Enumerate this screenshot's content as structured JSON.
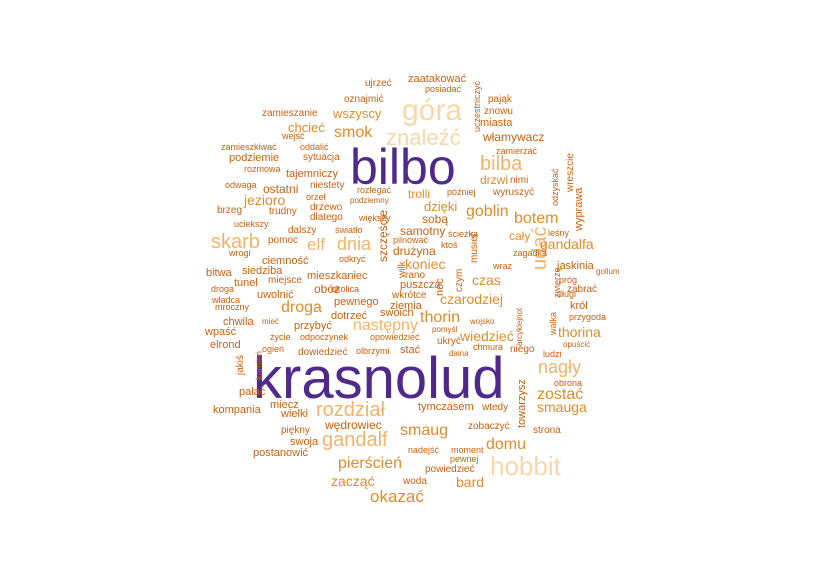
{
  "palette": {
    "purple": "#4f2a8a",
    "dark": "#c9600f",
    "mid": "#e08c2b",
    "light": "#f2b36a",
    "pale": "#f8d7a8"
  },
  "words": [
    {
      "t": "krasnolud",
      "c": "purple"
    },
    {
      "t": "bilbo",
      "c": "purple"
    },
    {
      "t": "hobbit",
      "c": "pale"
    },
    {
      "t": "góra",
      "c": "pale"
    },
    {
      "t": "znaleźć",
      "c": "pale"
    },
    {
      "t": "bilba",
      "c": "light"
    },
    {
      "t": "skarb",
      "c": "light"
    },
    {
      "t": "rozdział",
      "c": "light"
    },
    {
      "t": "gandalf",
      "c": "light"
    },
    {
      "t": "dnia",
      "c": "light"
    },
    {
      "t": "udać",
      "c": "light"
    },
    {
      "t": "nagły",
      "c": "light"
    },
    {
      "t": "elf",
      "c": "light"
    },
    {
      "t": "następny",
      "c": "light"
    },
    {
      "t": "okazać",
      "c": "mid"
    },
    {
      "t": "pierścień",
      "c": "mid"
    },
    {
      "t": "domu",
      "c": "mid"
    },
    {
      "t": "smaug",
      "c": "mid"
    },
    {
      "t": "zostać",
      "c": "mid"
    },
    {
      "t": "thorin",
      "c": "mid"
    },
    {
      "t": "droga",
      "c": "mid"
    },
    {
      "t": "goblin",
      "c": "mid"
    },
    {
      "t": "botem",
      "c": "mid"
    },
    {
      "t": "smok",
      "c": "mid"
    },
    {
      "t": "gandalfa",
      "c": "mid"
    },
    {
      "t": "thorina",
      "c": "mid"
    },
    {
      "t": "smauga",
      "c": "mid"
    },
    {
      "t": "wiedzieć",
      "c": "mid"
    },
    {
      "t": "czarodziej",
      "c": "mid"
    },
    {
      "t": "koniec",
      "c": "mid"
    },
    {
      "t": "czas",
      "c": "mid"
    },
    {
      "t": "dzięki",
      "c": "mid"
    },
    {
      "t": "jezioro",
      "c": "mid"
    },
    {
      "t": "wszyscy",
      "c": "mid"
    },
    {
      "t": "chcieć",
      "c": "mid"
    },
    {
      "t": "zacząć",
      "c": "mid"
    },
    {
      "t": "bard",
      "c": "mid"
    },
    {
      "t": "trolli",
      "c": "mid"
    },
    {
      "t": "cały",
      "c": "mid"
    },
    {
      "t": "drzwi",
      "c": "mid"
    },
    {
      "t": "ujrzeć",
      "c": "dark"
    },
    {
      "t": "zaatakować",
      "c": "dark"
    },
    {
      "t": "posiadać",
      "c": "dark"
    },
    {
      "t": "oznajmić",
      "c": "dark"
    },
    {
      "t": "pająk",
      "c": "dark"
    },
    {
      "t": "uczestniczyć",
      "c": "dark"
    },
    {
      "t": "znowu",
      "c": "dark"
    },
    {
      "t": "miasta",
      "c": "dark"
    },
    {
      "t": "zamieszanie",
      "c": "dark"
    },
    {
      "t": "włamywacz",
      "c": "dark"
    },
    {
      "t": "wejść",
      "c": "dark"
    },
    {
      "t": "oddalić",
      "c": "dark"
    },
    {
      "t": "zamierzać",
      "c": "dark"
    },
    {
      "t": "zamieszkiwać",
      "c": "dark"
    },
    {
      "t": "podziemie",
      "c": "dark"
    },
    {
      "t": "sytuacja",
      "c": "dark"
    },
    {
      "t": "wreszcie",
      "c": "dark"
    },
    {
      "t": "rozmowa",
      "c": "dark"
    },
    {
      "t": "tajemniczy",
      "c": "dark"
    },
    {
      "t": "nimi",
      "c": "dark"
    },
    {
      "t": "odwaga",
      "c": "dark"
    },
    {
      "t": "ostatni",
      "c": "dark"
    },
    {
      "t": "niestety",
      "c": "dark"
    },
    {
      "t": "rozlegać",
      "c": "dark"
    },
    {
      "t": "później",
      "c": "dark"
    },
    {
      "t": "wyruszyć",
      "c": "dark"
    },
    {
      "t": "wyprawa",
      "c": "dark"
    },
    {
      "t": "odzyskać",
      "c": "dark"
    },
    {
      "t": "orzeł",
      "c": "dark"
    },
    {
      "t": "podziemny",
      "c": "dark"
    },
    {
      "t": "brzeg",
      "c": "dark"
    },
    {
      "t": "trudny",
      "c": "dark"
    },
    {
      "t": "drzewo",
      "c": "dark"
    },
    {
      "t": "dlatego",
      "c": "dark"
    },
    {
      "t": "sobą",
      "c": "dark"
    },
    {
      "t": "uciekszy",
      "c": "dark"
    },
    {
      "t": "większy",
      "c": "dark"
    },
    {
      "t": "dalszy",
      "c": "dark"
    },
    {
      "t": "światło",
      "c": "dark"
    },
    {
      "t": "samotny",
      "c": "dark"
    },
    {
      "t": "leśny",
      "c": "dark"
    },
    {
      "t": "pomoc",
      "c": "dark"
    },
    {
      "t": "pilnować",
      "c": "dark"
    },
    {
      "t": "drużyna",
      "c": "dark"
    },
    {
      "t": "ścieżka",
      "c": "dark"
    },
    {
      "t": "ktoś",
      "c": "dark"
    },
    {
      "t": "wrogi",
      "c": "dark"
    },
    {
      "t": "szczęście",
      "c": "dark"
    },
    {
      "t": "zagadka",
      "c": "dark"
    },
    {
      "t": "ciemność",
      "c": "dark"
    },
    {
      "t": "odkryć",
      "c": "dark"
    },
    {
      "t": "wilk",
      "c": "dark"
    },
    {
      "t": "musieć",
      "c": "dark"
    },
    {
      "t": "wraz",
      "c": "dark"
    },
    {
      "t": "jaskinia",
      "c": "dark"
    },
    {
      "t": "bitwa",
      "c": "dark"
    },
    {
      "t": "siedziba",
      "c": "dark"
    },
    {
      "t": "mieszkaniec",
      "c": "dark"
    },
    {
      "t": "rano",
      "c": "dark"
    },
    {
      "t": "gollum",
      "c": "dark"
    },
    {
      "t": "tunel",
      "c": "dark"
    },
    {
      "t": "miejsce",
      "c": "dark"
    },
    {
      "t": "noc",
      "c": "dark"
    },
    {
      "t": "puszcza",
      "c": "dark"
    },
    {
      "t": "zwierzę",
      "c": "dark"
    },
    {
      "t": "próg",
      "c": "dark"
    },
    {
      "t": "droga",
      "c": "dark"
    },
    {
      "t": "obóz",
      "c": "dark"
    },
    {
      "t": "okolica",
      "c": "dark"
    },
    {
      "t": "czym",
      "c": "dark"
    },
    {
      "t": "zabrać",
      "c": "dark"
    },
    {
      "t": "władca",
      "c": "dark"
    },
    {
      "t": "uwolnić",
      "c": "dark"
    },
    {
      "t": "wkrótce",
      "c": "dark"
    },
    {
      "t": "długi",
      "c": "dark"
    },
    {
      "t": "ziemia",
      "c": "dark"
    },
    {
      "t": "mroczny",
      "c": "dark"
    },
    {
      "t": "pewnego",
      "c": "dark"
    },
    {
      "t": "arcyklejnot",
      "c": "dark"
    },
    {
      "t": "król",
      "c": "dark"
    },
    {
      "t": "swoich",
      "c": "dark"
    },
    {
      "t": "dotrzeć",
      "c": "dark"
    },
    {
      "t": "walka",
      "c": "dark"
    },
    {
      "t": "przygoda",
      "c": "dark"
    },
    {
      "t": "chwila",
      "c": "dark"
    },
    {
      "t": "mieć",
      "c": "dark"
    },
    {
      "t": "przybyć",
      "c": "dark"
    },
    {
      "t": "wojsko",
      "c": "dark"
    },
    {
      "t": "opuścić",
      "c": "dark"
    },
    {
      "t": "wpaść",
      "c": "dark"
    },
    {
      "t": "pomyśl",
      "c": "dark"
    },
    {
      "t": "opowiedzieć",
      "c": "dark"
    },
    {
      "t": "życie",
      "c": "dark"
    },
    {
      "t": "odpoczynek",
      "c": "dark"
    },
    {
      "t": "elrond",
      "c": "dark"
    },
    {
      "t": "ukryć",
      "c": "dark"
    },
    {
      "t": "chmura",
      "c": "dark"
    },
    {
      "t": "niego",
      "c": "dark"
    },
    {
      "t": "ogień",
      "c": "dark"
    },
    {
      "t": "jakiś",
      "c": "dark"
    },
    {
      "t": "kamień",
      "c": "dark"
    },
    {
      "t": "dowiedzieć",
      "c": "dark"
    },
    {
      "t": "olbrzymi",
      "c": "dark"
    },
    {
      "t": "stać",
      "c": "dark"
    },
    {
      "t": "daina",
      "c": "dark"
    },
    {
      "t": "ludzi",
      "c": "dark"
    },
    {
      "t": "obrona",
      "c": "dark"
    },
    {
      "t": "pałac",
      "c": "dark"
    },
    {
      "t": "miecz",
      "c": "dark"
    },
    {
      "t": "tymczasem",
      "c": "dark"
    },
    {
      "t": "wtedy",
      "c": "dark"
    },
    {
      "t": "towarzysz",
      "c": "dark"
    },
    {
      "t": "kompania",
      "c": "dark"
    },
    {
      "t": "wielki",
      "c": "dark"
    },
    {
      "t": "wędrowiec",
      "c": "dark"
    },
    {
      "t": "zobaczyć",
      "c": "dark"
    },
    {
      "t": "strona",
      "c": "dark"
    },
    {
      "t": "piękny",
      "c": "dark"
    },
    {
      "t": "swoja",
      "c": "dark"
    },
    {
      "t": "nadejść",
      "c": "dark"
    },
    {
      "t": "moment",
      "c": "dark"
    },
    {
      "t": "pewnej",
      "c": "dark"
    },
    {
      "t": "postanowić",
      "c": "dark"
    },
    {
      "t": "powiedzieć",
      "c": "dark"
    },
    {
      "t": "woda",
      "c": "dark"
    }
  ]
}
